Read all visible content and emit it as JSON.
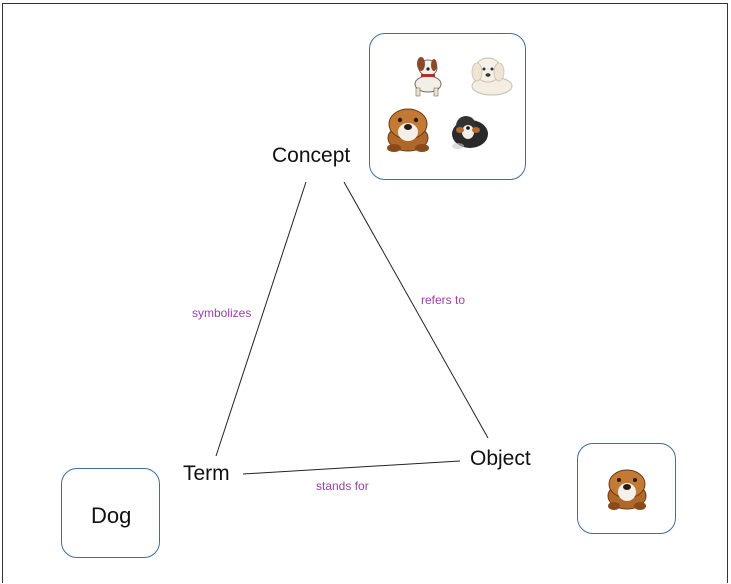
{
  "nodes": {
    "concept": "Concept",
    "term": "Term",
    "object": "Object"
  },
  "edges": {
    "symbolizes": "symbolizes",
    "refers_to": "refers to",
    "stands_for": "stands for"
  },
  "term_box": {
    "text": "Dog"
  },
  "colors": {
    "edge_label": "#9b3fa6",
    "box_border": "#3f6da3",
    "line": "#222222"
  },
  "icons": {
    "concept_box": [
      "terrier-puppy-icon",
      "white-puppy-icon",
      "bulldog-icon",
      "bernese-puppy-icon"
    ],
    "object_box": [
      "bulldog-icon"
    ]
  }
}
